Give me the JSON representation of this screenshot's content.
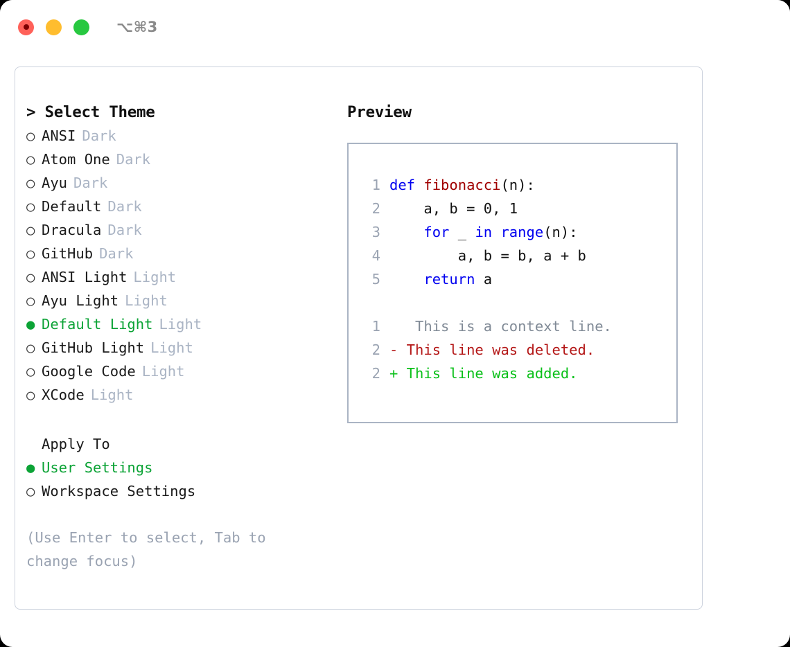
{
  "titlebar": {
    "shortcut": "⌥⌘3",
    "lights": [
      {
        "name": "close",
        "color": "#ff6159"
      },
      {
        "name": "minimize",
        "color": "#ffbd2e"
      },
      {
        "name": "maximize",
        "color": "#28c840"
      }
    ]
  },
  "theme_list": {
    "header": "> Select Theme",
    "selected": "Default Light",
    "items": [
      {
        "bullet": "○",
        "label": "ANSI",
        "badge": "Dark",
        "selected": false
      },
      {
        "bullet": "○",
        "label": "Atom One",
        "badge": "Dark",
        "selected": false
      },
      {
        "bullet": "○",
        "label": "Ayu",
        "badge": "Dark",
        "selected": false
      },
      {
        "bullet": "○",
        "label": "Default",
        "badge": "Dark",
        "selected": false
      },
      {
        "bullet": "○",
        "label": "Dracula",
        "badge": "Dark",
        "selected": false
      },
      {
        "bullet": "○",
        "label": "GitHub",
        "badge": "Dark",
        "selected": false
      },
      {
        "bullet": "○",
        "label": "ANSI Light",
        "badge": "Light",
        "selected": false
      },
      {
        "bullet": "○",
        "label": "Ayu Light",
        "badge": "Light",
        "selected": false
      },
      {
        "bullet": "●",
        "label": "Default Light",
        "badge": "Light",
        "selected": true
      },
      {
        "bullet": "○",
        "label": "GitHub Light",
        "badge": "Light",
        "selected": false
      },
      {
        "bullet": "○",
        "label": "Google Code",
        "badge": "Light",
        "selected": false
      },
      {
        "bullet": "○",
        "label": "XCode",
        "badge": "Light",
        "selected": false
      }
    ]
  },
  "apply_to": {
    "title": "Apply To",
    "selected": "User Settings",
    "options": [
      {
        "bullet": "●",
        "label": "User Settings",
        "selected": true
      },
      {
        "bullet": "○",
        "label": "Workspace Settings",
        "selected": false
      }
    ]
  },
  "hint": "(Use Enter to select, Tab to change focus)",
  "preview": {
    "title": "Preview",
    "code_lines": [
      {
        "num": "1",
        "segments": [
          {
            "text": "def ",
            "kind": "kw"
          },
          {
            "text": "fibonacci",
            "kind": "fn"
          },
          {
            "text": "(n):",
            "kind": "plain"
          }
        ]
      },
      {
        "num": "2",
        "segments": [
          {
            "text": "    a, b = 0, 1",
            "kind": "plain"
          }
        ]
      },
      {
        "num": "3",
        "segments": [
          {
            "text": "    ",
            "kind": "plain"
          },
          {
            "text": "for",
            "kind": "kw"
          },
          {
            "text": " _ ",
            "kind": "plain"
          },
          {
            "text": "in",
            "kind": "kw"
          },
          {
            "text": " ",
            "kind": "plain"
          },
          {
            "text": "range",
            "kind": "kw"
          },
          {
            "text": "(n):",
            "kind": "plain"
          }
        ]
      },
      {
        "num": "4",
        "segments": [
          {
            "text": "        a, b = b, a + b",
            "kind": "plain"
          }
        ]
      },
      {
        "num": "5",
        "segments": [
          {
            "text": "    ",
            "kind": "plain"
          },
          {
            "text": "return",
            "kind": "kw"
          },
          {
            "text": " a",
            "kind": "plain"
          }
        ]
      }
    ],
    "diff_lines": [
      {
        "num": "1",
        "marker": " ",
        "text": "  This is a context line.",
        "kind": "ctx"
      },
      {
        "num": "2",
        "marker": "-",
        "text": " This line was deleted.",
        "kind": "del"
      },
      {
        "num": "2",
        "marker": "+",
        "text": " This line was added.",
        "kind": "add"
      }
    ]
  },
  "colors": {
    "accent_green": "#0ca336",
    "badge_grey": "#aab4c4",
    "keyword_blue": "#0000f0",
    "function_red": "#a00000",
    "diff_delete": "#b41717",
    "diff_add": "#0ac019",
    "panel_border": "#ccd2dd",
    "preview_border": "#aab4c4"
  }
}
